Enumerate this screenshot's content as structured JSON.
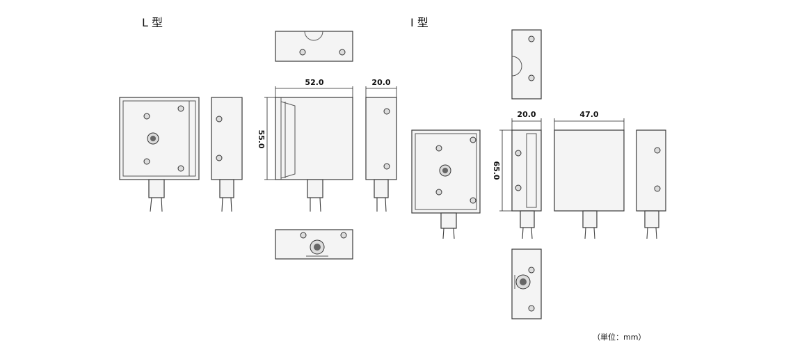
{
  "titles": {
    "l_type": "L 型",
    "i_type": "I 型"
  },
  "dimensions": {
    "l_width": "52.0",
    "l_depth": "20.0",
    "l_height": "55.0",
    "i_depth": "20.0",
    "i_width": "47.0",
    "i_height": "65.0"
  },
  "unit_note": "（単位：mm）",
  "colors": {
    "line": "#3a3a3a",
    "fill": "#f4f4f4"
  }
}
